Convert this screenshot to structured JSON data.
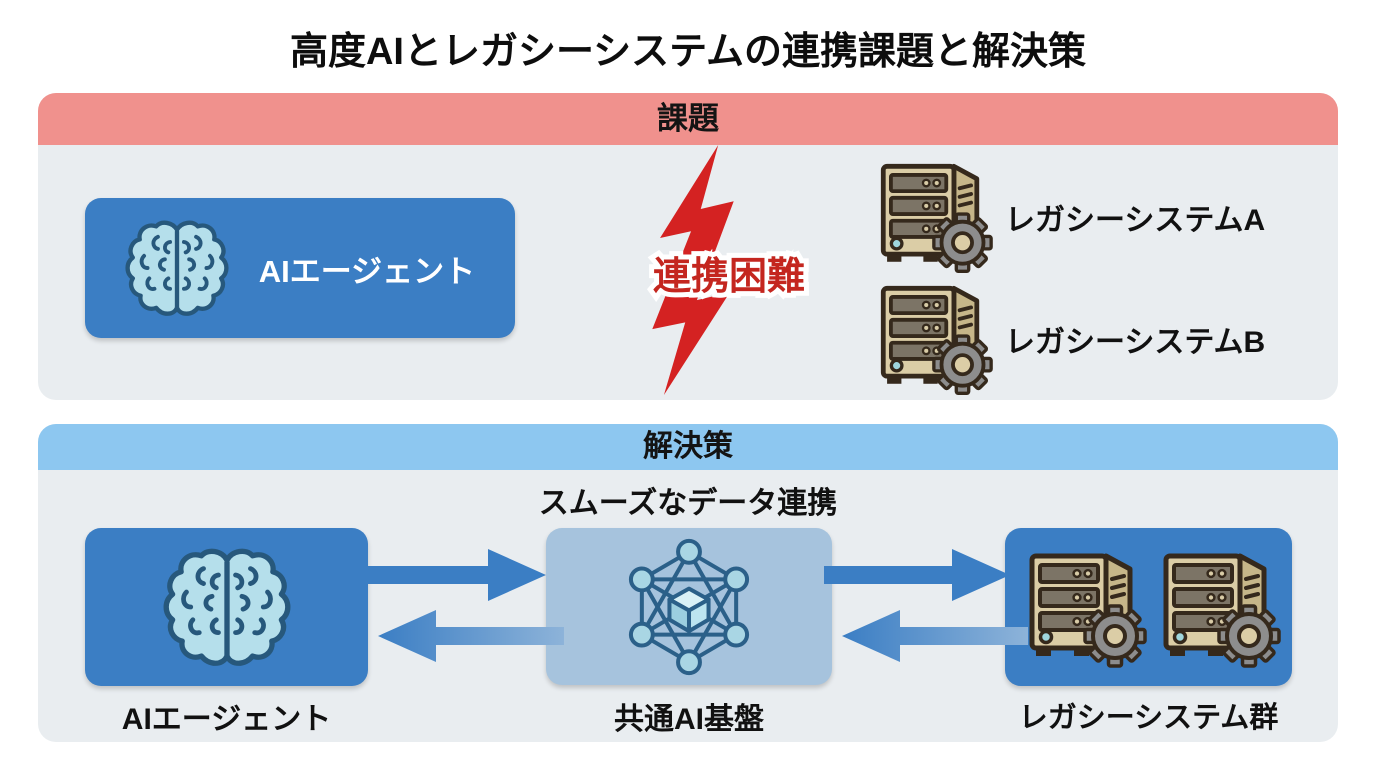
{
  "title": "高度AIとレガシーシステムの連携課題と解決策",
  "challenge": {
    "header": "課題",
    "ai_agent": {
      "label": "AIエージェント",
      "icon": "brain-icon"
    },
    "conflict": {
      "label": "連携困難",
      "icon": "lightning-bolt-icon"
    },
    "legacy_systems": [
      {
        "label": "レガシーシステムA",
        "icon": "server-gear-icon"
      },
      {
        "label": "レガシーシステムB",
        "icon": "server-gear-icon"
      }
    ]
  },
  "solution": {
    "header": "解決策",
    "subtitle": "スムーズなデータ連携",
    "nodes": [
      {
        "label": "AIエージェント",
        "icon": "brain-icon"
      },
      {
        "label": "共通AI基盤",
        "icon": "network-cube-icon"
      },
      {
        "label": "レガシーシステム群",
        "icon": "server-gear-icon"
      }
    ],
    "flow": "bidirectional-arrows"
  },
  "colors": {
    "primary_blue": "#3b7ec4",
    "platform_box_blue": "#a6c3dd",
    "challenge_header_red": "#f0918d",
    "solution_header_blue": "#8dc7f0",
    "panel_background": "#e9edf0",
    "lightning_red": "#d42222",
    "conflict_text_red": "#c4261f",
    "brain_fill": "#b5dfeb",
    "server_beige": "#dbcda6",
    "gear_gray": "#8d8d8d"
  }
}
